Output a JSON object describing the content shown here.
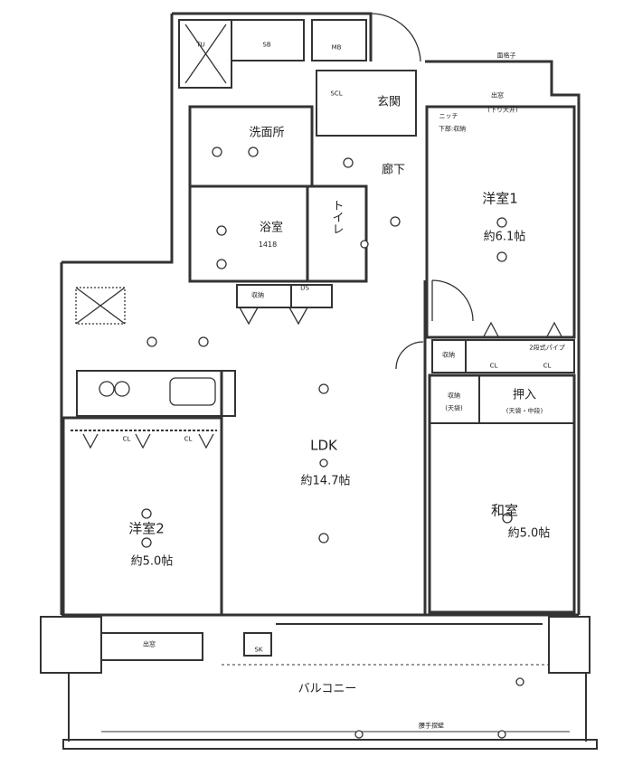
{
  "labels": {
    "tu": "TU",
    "sb": "SB",
    "mb": "MB",
    "grille": "面格子",
    "bay_window_top": "出窓",
    "lowered_ceiling": "(下り天井)",
    "niche": "ニッチ",
    "niche_storage": "下部:収納",
    "scl": "SCL",
    "entrance": "玄関",
    "washroom": "洗面所",
    "hallway": "廊下",
    "bathroom": "浴室",
    "bath_size": "1418",
    "toilet": "トイレ",
    "storage_hall": "収納",
    "ds": "DS",
    "western1": "洋室1",
    "western1_size": "約6.1帖",
    "storage_r1": "収納",
    "pipe": "2段式パイプ",
    "cl": "CL",
    "storage_wa": "収納",
    "storage_wa_note": "(天袋)",
    "oshiire": "押入",
    "oshiire_note": "(天袋・中段)",
    "japanese": "和室",
    "japanese_size": "約5.0帖",
    "ldk": "LDK",
    "ldk_size": "約14.7帖",
    "western2": "洋室2",
    "western2_size": "約5.0帖",
    "bay_window_bottom": "出窓",
    "sk": "SK",
    "balcony": "バルコニー",
    "railing": "腰手摺壁"
  }
}
